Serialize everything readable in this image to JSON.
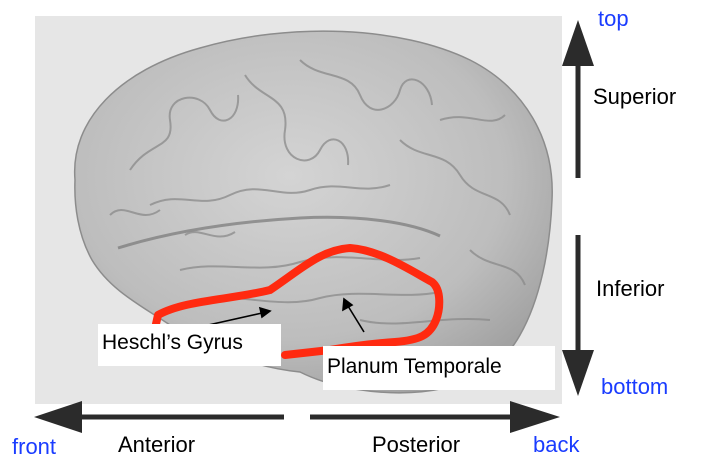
{
  "labels": {
    "top": "top",
    "superior": "Superior",
    "inferior": "Inferior",
    "bottom": "bottom",
    "front": "front",
    "anterior": "Anterior",
    "posterior": "Posterior",
    "back": "back"
  },
  "callouts": {
    "heschl": "Heschl’s Gyrus",
    "planum": "Planum Temporale"
  },
  "colors": {
    "highlight": "#ff2a10",
    "direction_words": "#1a3cff",
    "arrows": "#2b2b2b"
  }
}
